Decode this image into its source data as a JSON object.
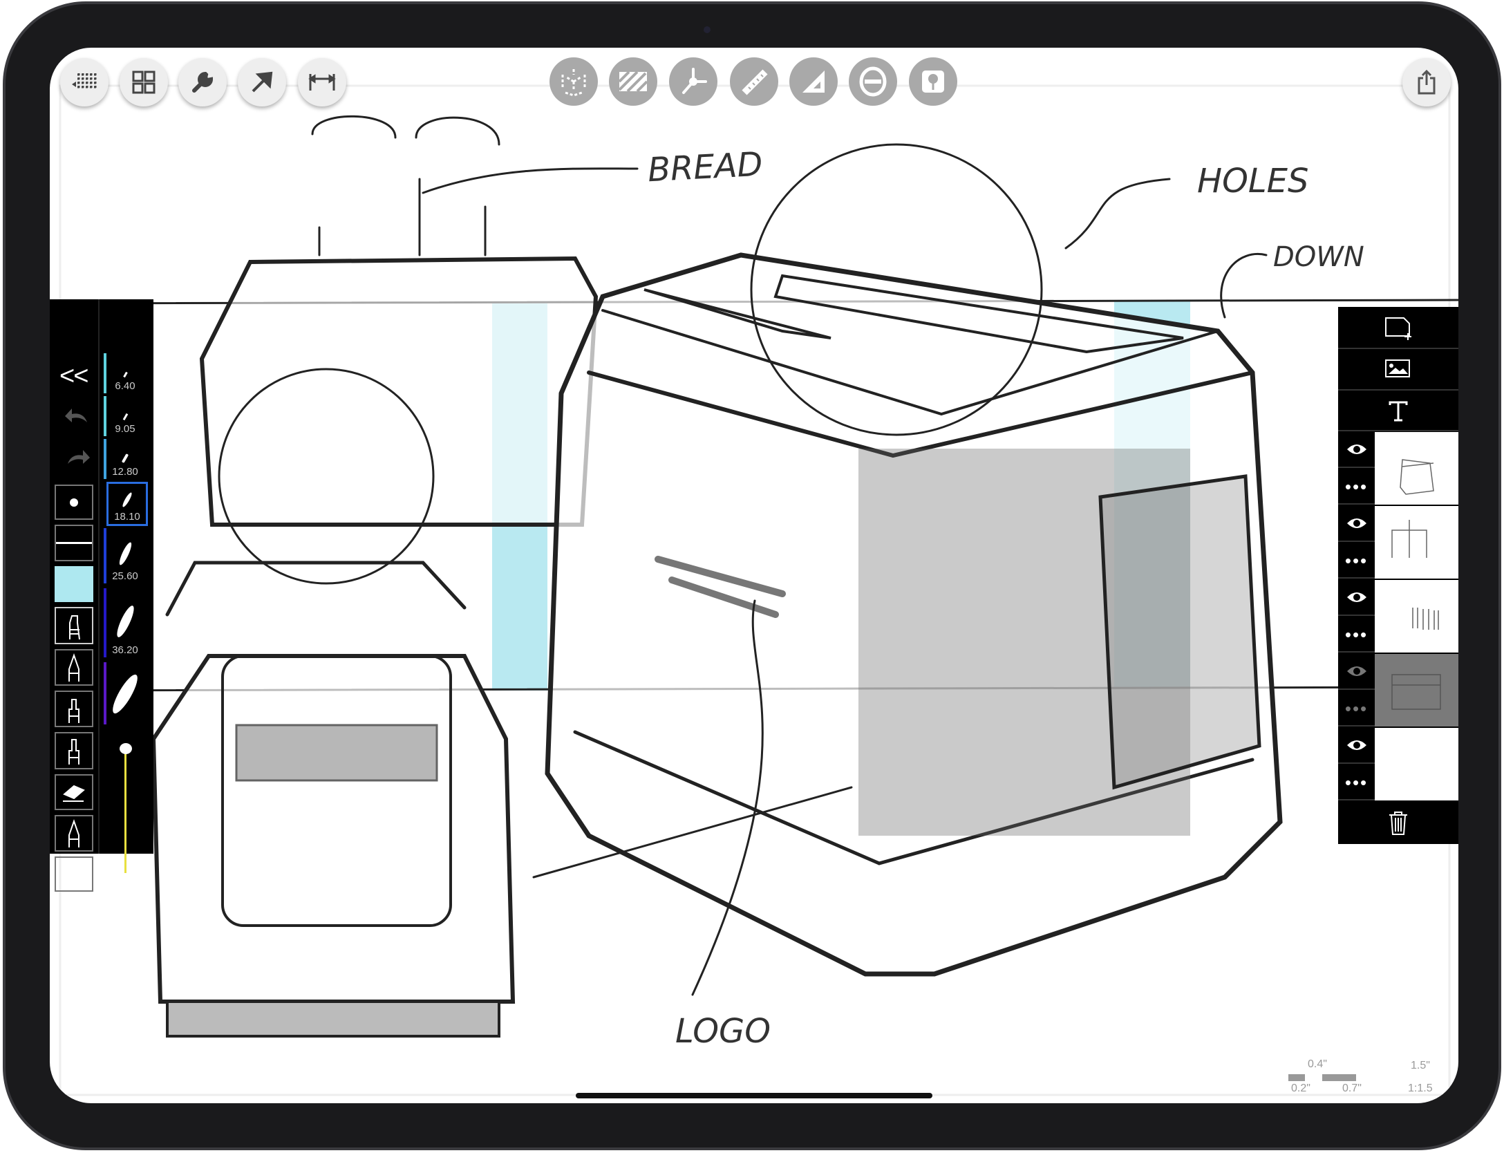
{
  "top_toolbar": {
    "left_buttons": [
      {
        "name": "menu-grid-icon"
      },
      {
        "name": "gallery-icon"
      },
      {
        "name": "wrench-icon"
      },
      {
        "name": "select-arrow-icon"
      },
      {
        "name": "dimension-icon"
      }
    ],
    "center_buttons": [
      {
        "name": "perspective-cube-icon"
      },
      {
        "name": "fill-hatch-icon"
      },
      {
        "name": "perspective-axes-icon"
      },
      {
        "name": "ruler-icon"
      },
      {
        "name": "triangle-guide-icon"
      },
      {
        "name": "ellipse-guide-icon"
      },
      {
        "name": "image-stamp-icon"
      }
    ],
    "share": "share-icon"
  },
  "left_panel": {
    "collapse": "<<",
    "brush_sizes": [
      {
        "label": "6.40",
        "color": "#5fd3e0"
      },
      {
        "label": "9.05",
        "color": "#5fd3e0"
      },
      {
        "label": "12.80",
        "color": "#3fa4e0"
      },
      {
        "label": "18.10",
        "color": "#2a6de0",
        "selected": true
      },
      {
        "label": "25.60",
        "color": "#1f3fd8"
      },
      {
        "label": "36.20",
        "color": "#2419c8"
      },
      {
        "label": "",
        "color": "#5a19c8"
      }
    ],
    "current_color": "#aee8f0",
    "opacity_slider_color": "#e8e040",
    "tools": [
      "brush-dot",
      "line",
      "color-swatch",
      "marker",
      "pen",
      "fineliner",
      "technical-pen",
      "eraser",
      "pencil",
      "eraser-2"
    ]
  },
  "right_panel": {
    "actions": [
      "new-layer-icon",
      "import-image-icon",
      "text-icon"
    ],
    "layers": [
      {
        "visible": true,
        "selected": false
      },
      {
        "visible": true,
        "selected": false
      },
      {
        "visible": true,
        "selected": false
      },
      {
        "visible": true,
        "selected": true
      },
      {
        "visible": true,
        "selected": false
      }
    ],
    "more_label": "•••",
    "trash": "trash-icon"
  },
  "sketch_labels": {
    "bread": "BREAD",
    "holes": "HOLES",
    "down": "DOWN",
    "logo": "LOGO"
  },
  "scale_readout": {
    "a": "0.4\"",
    "b": "0.2\"",
    "c": "0.7\"",
    "d": "1.5\"",
    "ratio": "1:1.5"
  }
}
